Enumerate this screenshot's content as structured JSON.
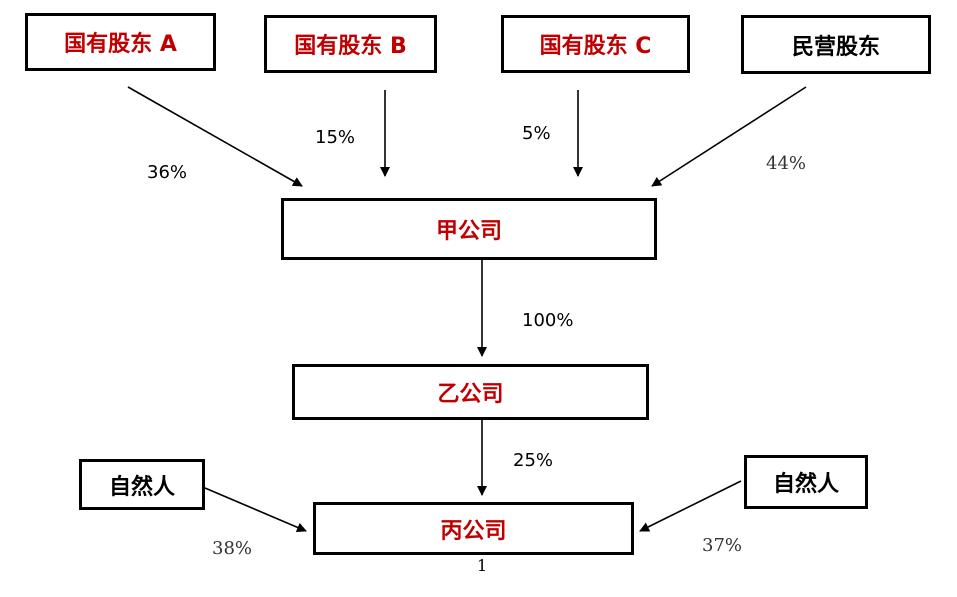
{
  "shareholders": {
    "state_a": "国有股东 A",
    "state_b": "国有股东 B",
    "state_c": "国有股东 C",
    "private": "民营股东"
  },
  "companies": {
    "jia": "甲公司",
    "yi": "乙公司",
    "bing": "丙公司"
  },
  "natural_persons": {
    "left": "自然人",
    "right": "自然人"
  },
  "ownership": {
    "state_a_to_jia": "36%",
    "state_b_to_jia": "15%",
    "state_c_to_jia": "5%",
    "private_to_jia": "44%",
    "jia_to_yi": "100%",
    "yi_to_bing": "25%",
    "left_person_to_bing": "38%",
    "right_person_to_bing": "37%"
  },
  "page_number": "1",
  "colors": {
    "company_text": "#c00000",
    "person_text": "#000000",
    "border": "#000000",
    "arrow": "#000000"
  }
}
